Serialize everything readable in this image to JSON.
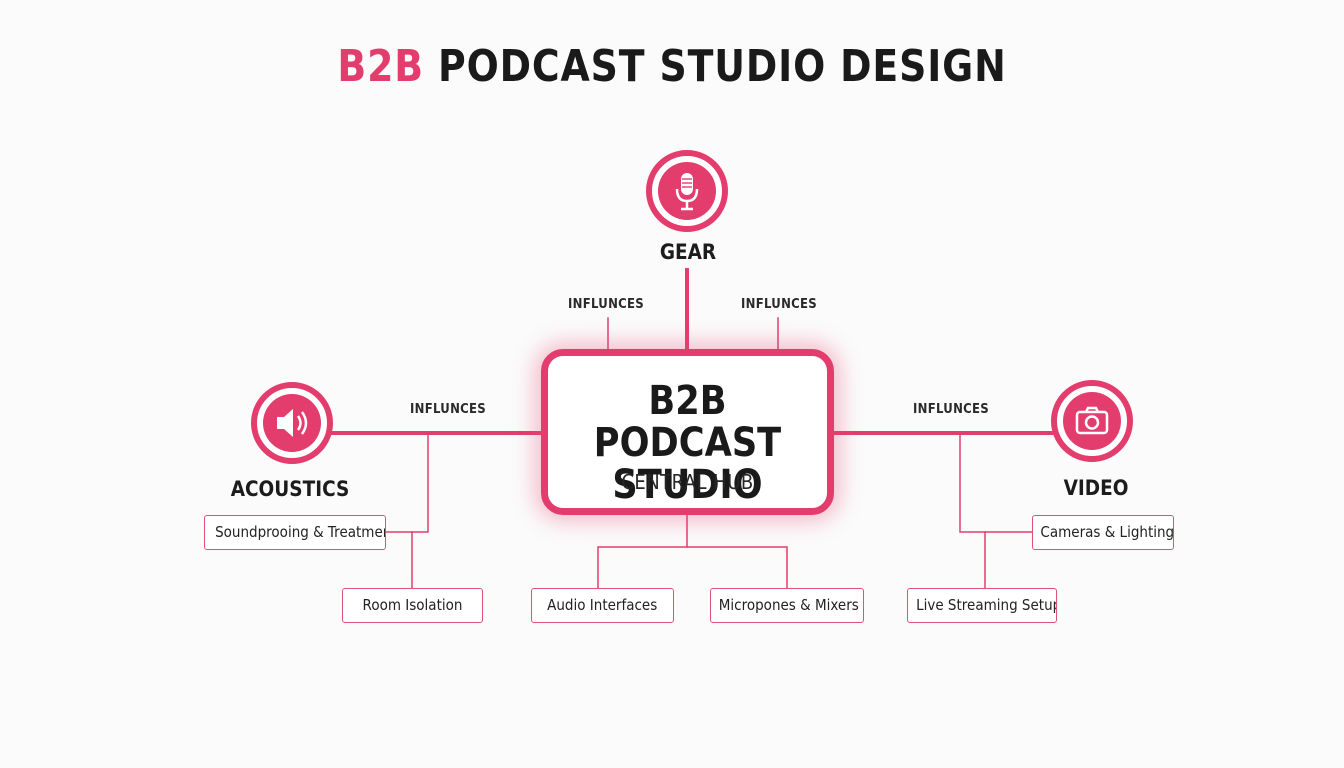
{
  "title": {
    "accent": "B2B",
    "rest": "PODCAST STUDIO DESIGN"
  },
  "hub": {
    "title": "B2B PODCAST STUDIO",
    "subtitle": "CENTRAL HUB"
  },
  "nodes": {
    "gear": {
      "label": "GEAR",
      "icon": "microphone-icon"
    },
    "acoustics": {
      "label": "ACOUSTICS",
      "icon": "speaker-icon"
    },
    "video": {
      "label": "VIDEO",
      "icon": "camera-icon"
    }
  },
  "edge_labels": {
    "gear_left": "INFLUNCES",
    "gear_right": "INFLUNCES",
    "acoustics": "INFLUNCES",
    "video": "INFLUNCES"
  },
  "boxes": {
    "soundproofing": "Soundprooing & Treatment",
    "room_isolation": "Room Isolation",
    "audio_interfaces": "Audio Interfaces",
    "microphones_mixers": "Micropones & Mixers",
    "live_streaming": "Live Streaming Setup",
    "cameras_lighting": "Cameras & Lighting"
  },
  "colors": {
    "accent": "#e33d6e",
    "text": "#1a1a1a",
    "background": "#fbfbfb"
  }
}
